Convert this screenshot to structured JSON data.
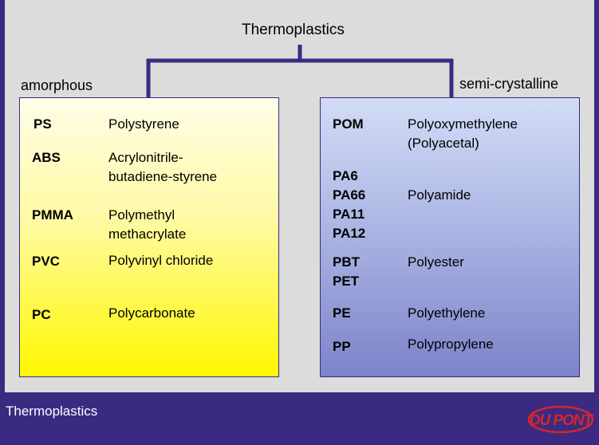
{
  "diagram": {
    "root": "Thermoplastics",
    "colors": {
      "frame": "#3a2a82",
      "panel": "#dcdcdc",
      "amorphous_fill": "#fff700",
      "semi_fill": "#7d83c9",
      "logo_red": "#d4262c"
    },
    "groups": [
      {
        "label": "amorphous",
        "items": [
          {
            "abbr": [
              "PS"
            ],
            "name": "Polystyrene"
          },
          {
            "abbr": [
              "ABS"
            ],
            "name": "Acrylonitrile-\nbutadiene-styrene"
          },
          {
            "abbr": [
              "PMMA"
            ],
            "name": "Polymethyl\nmethacrylate"
          },
          {
            "abbr": [
              "PVC"
            ],
            "name": "Polyvinyl chloride"
          },
          {
            "abbr": [
              "PC"
            ],
            "name": "Polycarbonate"
          }
        ]
      },
      {
        "label": "semi-crystalline",
        "items": [
          {
            "abbr": [
              "POM"
            ],
            "name": "Polyoxymethylene\n(Polyacetal)"
          },
          {
            "abbr": [
              "PA6",
              "PA66",
              "PA11",
              "PA12"
            ],
            "name": "Polyamide"
          },
          {
            "abbr": [
              "PBT",
              "PET"
            ],
            "name": "Polyester"
          },
          {
            "abbr": [
              "PE"
            ],
            "name": "Polyethylene"
          },
          {
            "abbr": [
              "PP"
            ],
            "name": "Polypropylene"
          }
        ]
      }
    ]
  },
  "footer": {
    "caption": "Thermoplastics",
    "logo_text": "DU PONT",
    "logo_icon": "dupont-oval-logo"
  }
}
